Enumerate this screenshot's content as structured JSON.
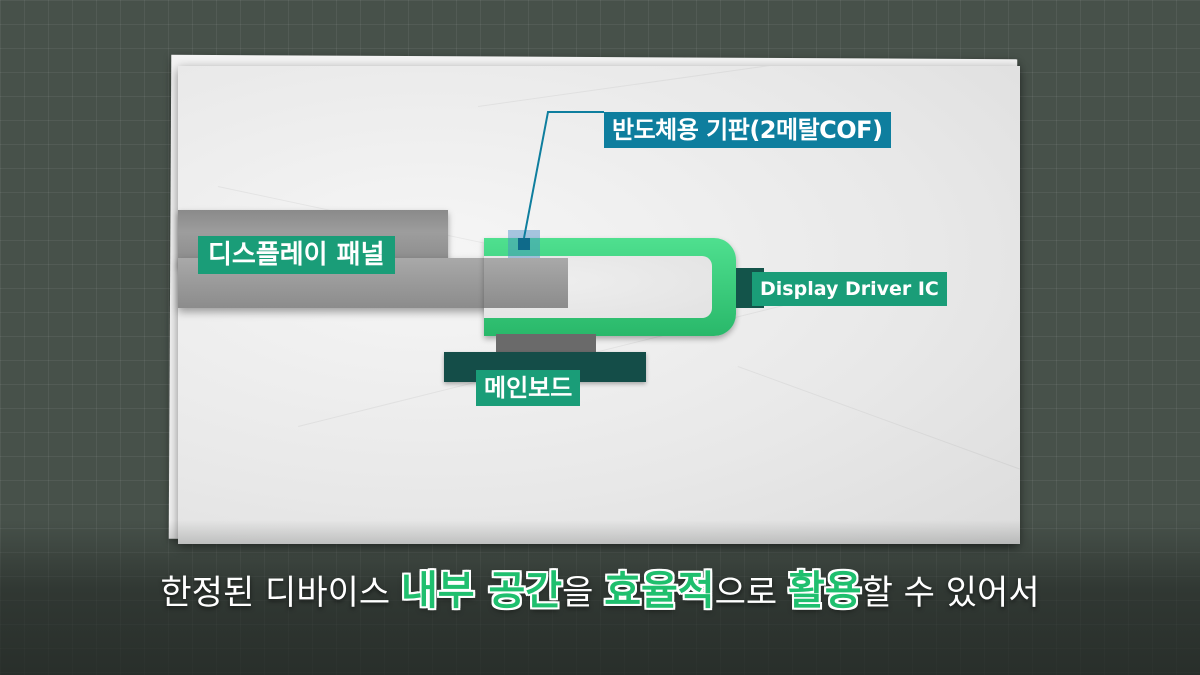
{
  "labels": {
    "cof_substrate": "반도체용 기판(2메탈COF)",
    "display_panel": "디스플레이 패널",
    "driver_ic": "Display Driver IC",
    "main_board": "메인보드"
  },
  "subtitle": {
    "seg1": "한정된 디바이스 ",
    "hl1": "내부 공간",
    "seg2": "을 ",
    "hl2": "효율적",
    "seg3": "으로 ",
    "hl3": "활용",
    "seg4": "할 수 있어서"
  },
  "colors": {
    "cof_green": "#2fcc7a",
    "label_teal": "#1a9d78",
    "label_blue": "#0e7e9e",
    "board_dark": "#144d48",
    "highlight_green": "#1fbf6e"
  }
}
